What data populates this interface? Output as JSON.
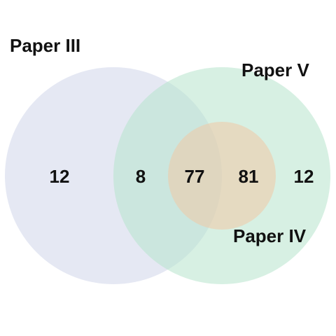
{
  "diagram": {
    "type": "venn",
    "sets": [
      {
        "id": "paper-iii",
        "label": "Paper III",
        "color": "#cfd6e9"
      },
      {
        "id": "paper-v",
        "label": "Paper V",
        "color": "#b7e3cc"
      },
      {
        "id": "paper-iv",
        "label": "Paper IV",
        "color": "#f1c9a6"
      }
    ],
    "regions": [
      {
        "id": "only-iii",
        "sets": [
          "Paper III"
        ],
        "count": "12"
      },
      {
        "id": "iii-and-v",
        "sets": [
          "Paper III",
          "Paper V"
        ],
        "count": "8"
      },
      {
        "id": "iii-v-iv",
        "sets": [
          "Paper III",
          "Paper V",
          "Paper IV"
        ],
        "count": "77"
      },
      {
        "id": "v-and-iv",
        "sets": [
          "Paper V",
          "Paper IV"
        ],
        "count": "81"
      },
      {
        "id": "only-v",
        "sets": [
          "Paper V"
        ],
        "count": "12"
      }
    ]
  }
}
